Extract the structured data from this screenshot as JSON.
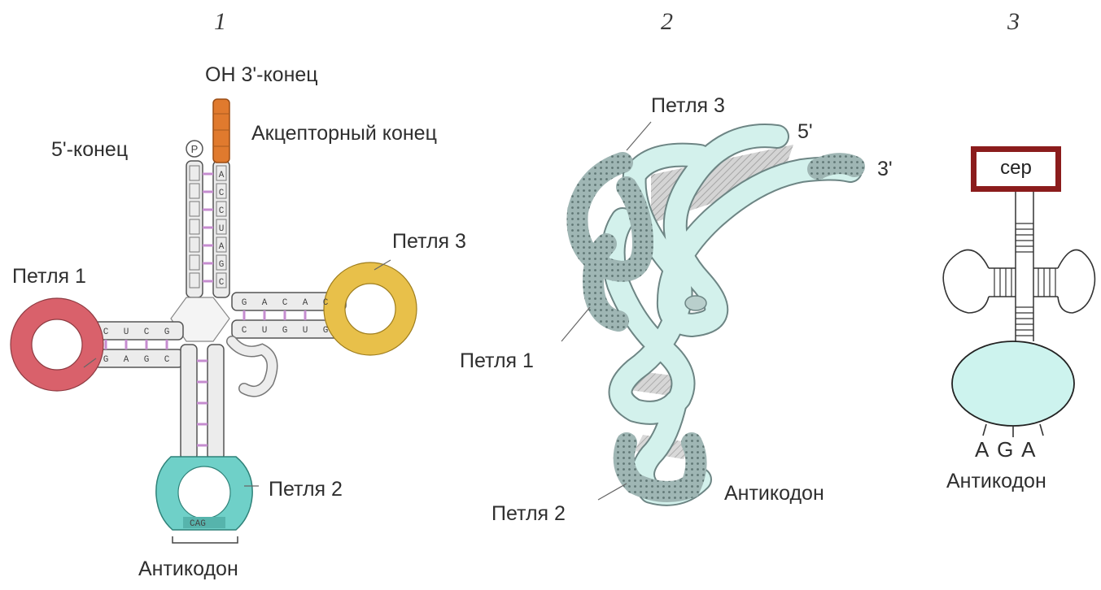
{
  "panels": {
    "p1": {
      "number": "1",
      "oh_end": "OH 3'-конец",
      "five_end": "5'-конец",
      "phosphate": "P",
      "acceptor": "Акцепторный конец",
      "loop3": "Петля 3",
      "loop1": "Петля 1",
      "loop2": "Петля 2",
      "anticodon": "Антикодон",
      "acceptor_bases": "ACCUAGC",
      "loop1_stem_top": "CUCG",
      "loop1_stem_bottom": "GAGC",
      "loop3_stem_top": "GACAC",
      "loop3_stem_bottom": "CUGUG",
      "loop2_bases": "CAG"
    },
    "p2": {
      "number": "2",
      "loop3": "Петля 3",
      "five_prime": "5'",
      "three_prime": "3'",
      "loop1": "Петля 1",
      "loop2": "Петля 2",
      "anticodon": "Антикодон"
    },
    "p3": {
      "number": "3",
      "amino_acid": "сер",
      "codon_letters": "A G A",
      "anticodon": "Антикодон"
    }
  },
  "colors": {
    "loop1": "#d9616b",
    "loop2": "#6fd0c8",
    "loop3": "#e8c04a",
    "acceptor": "#e07a2e",
    "stem_pair": "#c58ccf",
    "ribbon": "#d3f1ec",
    "ribbon_dark": "#93aaa8",
    "frame": "#8b1c1c",
    "bulb": "#cdf3ee"
  }
}
